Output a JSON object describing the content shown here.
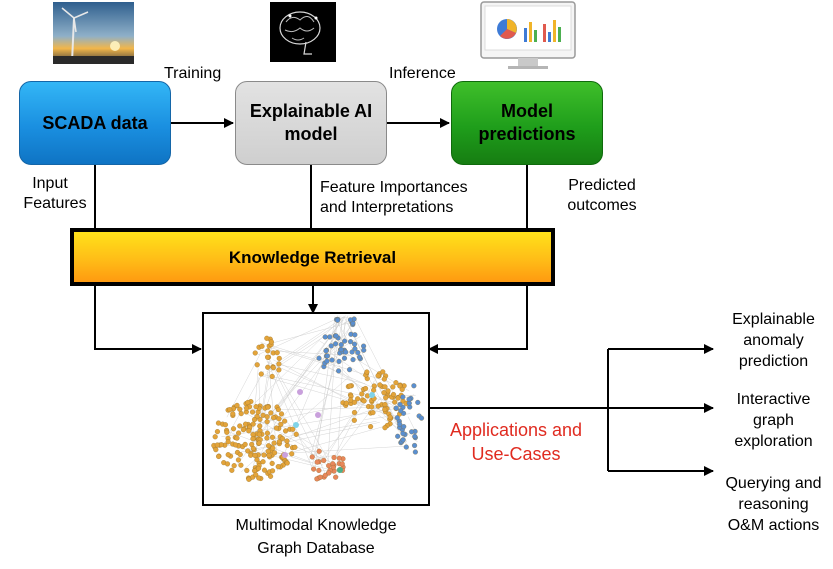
{
  "icons": {
    "turbine": "wind-turbine-photo-icon",
    "brain": "ai-brain-icon",
    "monitor": "charts-monitor-icon"
  },
  "nodes": {
    "scada": "SCADA data",
    "xai_line1": "Explainable AI",
    "xai_line2": "model",
    "pred_line1": "Model",
    "pred_line2": "predictions",
    "knowledge": "Knowledge Retrieval"
  },
  "edges": {
    "training": "Training",
    "inference": "Inference",
    "input_1": "Input",
    "input_2": "Features",
    "feat_1": "Feature Importances",
    "feat_2": "and Interpretations",
    "out_1": "Predicted",
    "out_2": "outcomes"
  },
  "graph": {
    "caption_1": "Multimodal Knowledge",
    "caption_2": "Graph Database"
  },
  "applications": {
    "title_1": "Applications and",
    "title_2": "Use-Cases",
    "a1_1": "Explainable",
    "a1_2": "anomaly",
    "a1_3": "prediction",
    "a2_1": "Interactive",
    "a2_2": "graph",
    "a2_3": "exploration",
    "a3_1": "Querying and",
    "a3_2": "reasoning",
    "a3_3": "O&M actions"
  },
  "colors": {
    "scada": "#1a8fe0",
    "xai": "#cfcfcf",
    "pred": "#1f9e1b",
    "knowledge": "#ffbd17",
    "applications_text": "#e02b20",
    "graph_orange": "#e3a43a",
    "graph_blue": "#5a8fd0"
  }
}
